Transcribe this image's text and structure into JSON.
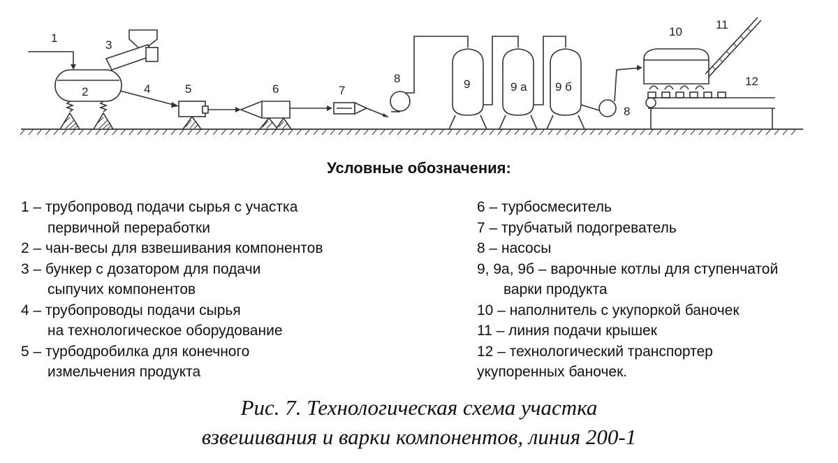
{
  "diagram": {
    "labels": {
      "n1": "1",
      "n2": "2",
      "n3": "3",
      "n4": "4",
      "n5": "5",
      "n6": "6",
      "n7": "7",
      "n8a": "8",
      "n8b": "8",
      "n9": "9",
      "n9a": "9 а",
      "n9b": "9 б",
      "n10": "10",
      "n11": "11",
      "n12": "12"
    }
  },
  "legend": {
    "title": "Условные обозначения:",
    "left": [
      {
        "line1": "1 – трубопровод подачи сырья с участка",
        "line2": "первичной переработки"
      },
      {
        "line1": "2 – чан-весы для взвешивания компонентов",
        "line2": ""
      },
      {
        "line1": "3 – бункер с дозатором для подачи",
        "line2": "сыпучих компонентов"
      },
      {
        "line1": "4 – трубопроводы подачи сырья",
        "line2": "на технологическое оборудование"
      },
      {
        "line1": "5 – турбодробилка для конечного",
        "line2": "измельчения продукта"
      }
    ],
    "right": [
      {
        "line1": "6 – турбосмеситель",
        "line2": ""
      },
      {
        "line1": "7 – трубчатый подогреватель",
        "line2": ""
      },
      {
        "line1": "8 – насосы",
        "line2": ""
      },
      {
        "line1": "9, 9а, 9б – варочные котлы для ступенчатой",
        "line2": "варки продукта"
      },
      {
        "line1": "10 – наполнитель с укупоркой баночек",
        "line2": ""
      },
      {
        "line1": "11 – линия подачи крышек",
        "line2": ""
      },
      {
        "line1": "12 – технологический транспортер",
        "line2": "укупоренных баночек."
      }
    ]
  },
  "caption": {
    "line1": "Рис. 7. Технологическая схема участка",
    "line2": "взвешивания и варки компонентов, линия 200-1"
  }
}
